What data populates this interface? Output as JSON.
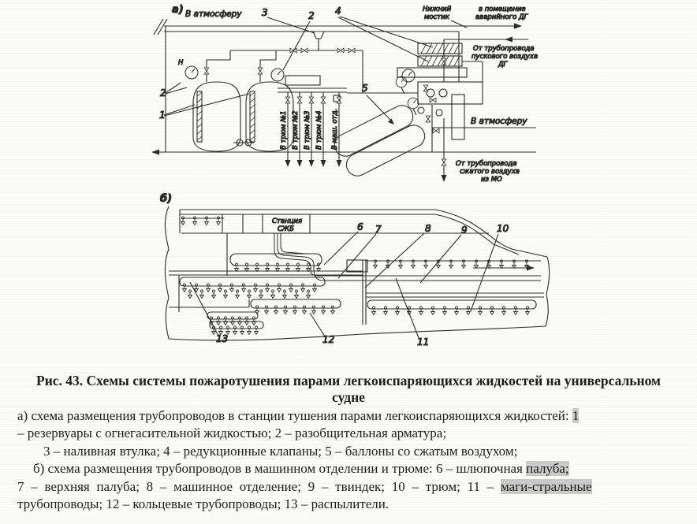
{
  "figure": {
    "panel_a": {
      "label": "а)",
      "to_atmosphere": "В атмосферу",
      "lower_bridge_line1": "Нижний",
      "lower_bridge_line2": "мостик",
      "emergency_dg_line1": "в помещение",
      "emergency_dg_line2": "аварийного ДГ",
      "start_air_line1": "От трубопровода",
      "start_air_line2": "пускового воздуха",
      "start_air_line3": "ДГ",
      "to_atmosphere_right": "В атмосферу",
      "compressed_air_line1": "От трубопровода",
      "compressed_air_line2": "сжатого воздуха",
      "compressed_air_line3": "из МО",
      "gauge_letter": "Н",
      "pipe_labels": [
        "В трюм №1",
        "В трюм №2",
        "В трюм №3",
        "В трюм №4",
        "В маш. отд."
      ],
      "callouts": {
        "c1": "1",
        "c2": "2",
        "c3": "3",
        "c4": "4",
        "c5": "5"
      }
    },
    "panel_b": {
      "label": "б)",
      "station_line1": "Станция",
      "station_line2": "СЖБ",
      "callouts": {
        "c6": "6",
        "c7": "7",
        "c8": "8",
        "c9": "9",
        "c10": "10",
        "c11": "11",
        "c12": "12",
        "c13": "13"
      }
    }
  },
  "caption": {
    "text": "Рис. 43. Схемы системы пожаротушения парами легкоиспаряющихся жидкостей на универсальном судне"
  },
  "legend": {
    "line1_text": "а) схема размещения трубопроводов в станции тушения парами легкоиспаряющихся жидкостей: ",
    "line1_highlight": "1",
    "line2": "– резервуары с огнегасительной жидкостью; 2 – разобщительная арматура;",
    "line3": "3 –  наливная втулка; 4 – редукционные клапаны; 5 – баллоны со сжатым воздухом;",
    "line4_text": "б) схема размещения трубопроводов в машинном отделении и трюме: 6 – шлюпочная ",
    "line4_highlight": "палуба;",
    "line5_text": "7 – верхняя палуба; 8 – машинное отделение; 9 – твиндек; 10 – трюм; 11 – ",
    "line5_highlight": "маги-стральные",
    "line6": "трубопроводы; 12 – кольцевые трубопроводы; 13 – распылители."
  },
  "colors": {
    "ink": "#2b2b2b",
    "paper": "#fcfcf9",
    "scan_highlight": "#c9c9c9"
  }
}
